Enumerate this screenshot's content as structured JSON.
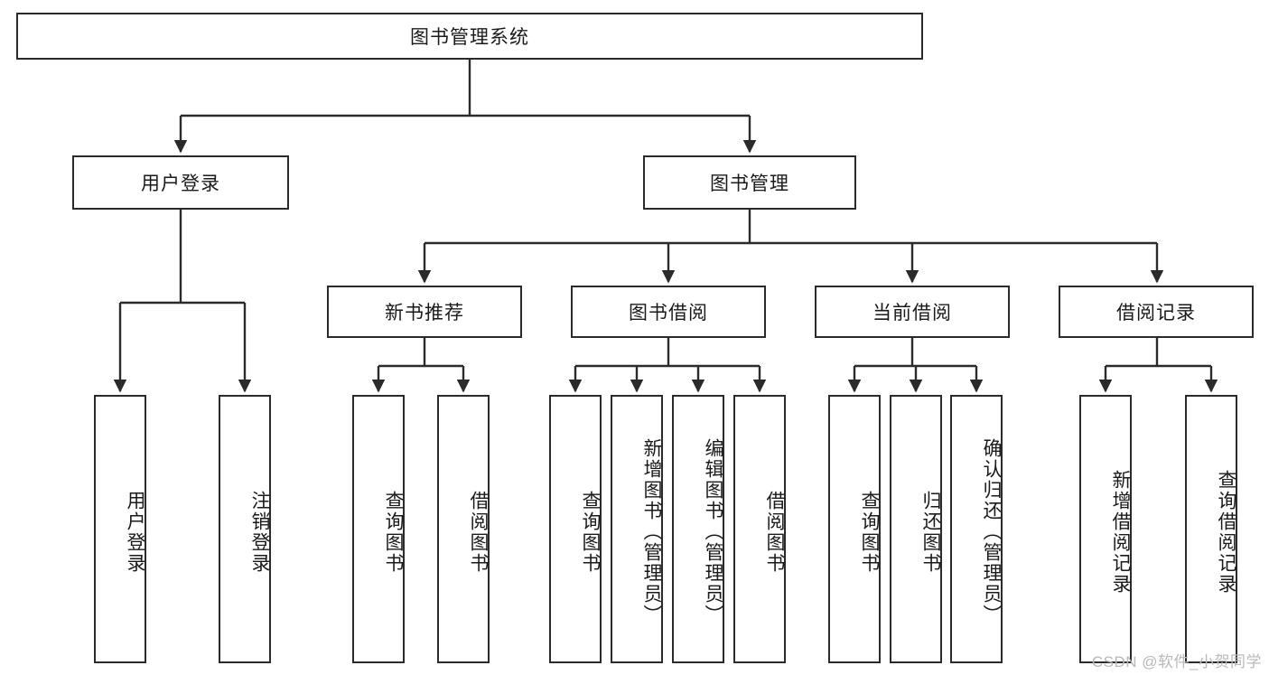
{
  "diagram": {
    "title": "图书管理系统",
    "type": "功能结构图",
    "watermark": "CSDN @软件_小贺同学",
    "style": {
      "box_border_color": "#2b2b2b",
      "box_fill_color": "#ffffff",
      "edge_color": "#2b2b2b",
      "text_color": "#1a1a1a",
      "background": "#ffffff"
    },
    "root": {
      "id": "root",
      "label": "图书管理系统"
    },
    "level2": [
      {
        "id": "user-login",
        "label": "用户登录"
      },
      {
        "id": "book-manage",
        "label": "图书管理"
      }
    ],
    "level3": [
      {
        "id": "new-book-recommend",
        "label": "新书推荐",
        "parent": "book-manage"
      },
      {
        "id": "book-borrow",
        "label": "图书借阅",
        "parent": "book-manage"
      },
      {
        "id": "current-borrow",
        "label": "当前借阅",
        "parent": "book-manage"
      },
      {
        "id": "borrow-record",
        "label": "借阅记录",
        "parent": "book-manage"
      }
    ],
    "leaves": [
      {
        "id": "leaf-user-login",
        "label": "用户登录",
        "parent": "user-login"
      },
      {
        "id": "leaf-logout-login",
        "label": "注销登录",
        "parent": "user-login"
      },
      {
        "id": "leaf-query-book-1",
        "label": "查询图书",
        "parent": "new-book-recommend"
      },
      {
        "id": "leaf-borrow-book-1",
        "label": "借阅图书",
        "parent": "new-book-recommend"
      },
      {
        "id": "leaf-query-book-2",
        "label": "查询图书",
        "parent": "book-borrow"
      },
      {
        "id": "leaf-add-book",
        "label": "新增图书（管理员）",
        "parent": "book-borrow"
      },
      {
        "id": "leaf-edit-book",
        "label": "编辑图书（管理员）",
        "parent": "book-borrow"
      },
      {
        "id": "leaf-borrow-book-2",
        "label": "借阅图书",
        "parent": "book-borrow"
      },
      {
        "id": "leaf-query-book-3",
        "label": "查询图书",
        "parent": "current-borrow"
      },
      {
        "id": "leaf-return-book",
        "label": "归还图书",
        "parent": "current-borrow"
      },
      {
        "id": "leaf-confirm-return",
        "label": "确认归还（管理员）",
        "parent": "current-borrow"
      },
      {
        "id": "leaf-add-record",
        "label": "新增借阅记录",
        "parent": "borrow-record"
      },
      {
        "id": "leaf-query-record",
        "label": "查询借阅记录",
        "parent": "borrow-record"
      }
    ]
  }
}
